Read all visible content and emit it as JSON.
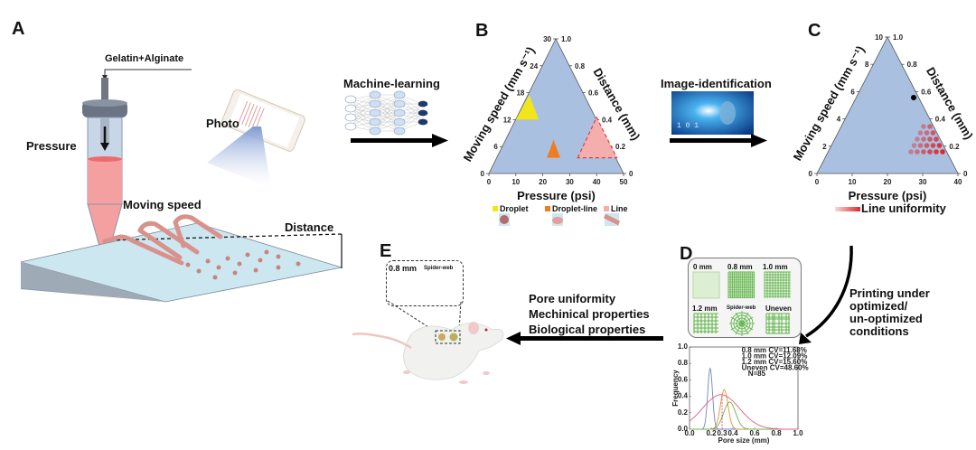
{
  "panels": {
    "A": {
      "letter": "A",
      "material_label": "Gelatin+Alginate",
      "pressure_label": "Pressure",
      "moving_speed_label": "Moving speed",
      "distance_label": "Distance",
      "photo_label": "Photo"
    },
    "arrow1": {
      "label": "Machine-learning"
    },
    "B": {
      "letter": "B",
      "xlabel": "Pressure (psi)",
      "left_label": "Moving speed (mm s⁻¹)",
      "right_label": "Distance (mm)",
      "bottom_ticks": [
        "0",
        "10",
        "20",
        "30",
        "40",
        "50"
      ],
      "left_ticks": [
        "0",
        "6",
        "12",
        "18",
        "24",
        "30"
      ],
      "right_ticks": [
        "0",
        "0.2",
        "0.4",
        "0.6",
        "0.8",
        "1.0"
      ],
      "legend": [
        {
          "label": "Droplet",
          "color": "#f2e61a"
        },
        {
          "label": "Droplet-line",
          "color": "#f07c22"
        },
        {
          "label": "Line",
          "color": "#f4aeae"
        }
      ]
    },
    "arrow2": {
      "label": "Image-identification"
    },
    "C": {
      "letter": "C",
      "xlabel": "Pressure (psi)",
      "left_label": "Moving speed (mm s⁻¹)",
      "right_label": "Distance (mm)",
      "bottom_ticks": [
        "0",
        "10",
        "20",
        "30",
        "40"
      ],
      "left_ticks": [
        "0",
        "2",
        "4",
        "6",
        "8",
        "10"
      ],
      "right_ticks": [
        "0",
        "0.2",
        "0.4",
        "0.6",
        "0.8",
        "1.0"
      ],
      "legend_label": "Line uniformity"
    },
    "D": {
      "letter": "D",
      "arrow_label": [
        "Printing under",
        "optimized/",
        "un-optimized",
        "conditions"
      ],
      "scaffolds": [
        "0 mm",
        "0.8 mm",
        "1.0 mm",
        "1.2 mm",
        "Spider-web",
        "Uneven"
      ]
    },
    "E": {
      "letter": "E",
      "inset_labels": [
        "0.8 mm",
        "Spider-web"
      ],
      "arrow_label": [
        "Pore uniformity",
        "Mechinical properties",
        "Biological properties"
      ]
    }
  },
  "colors": {
    "triangle_fill": "#aac0e0",
    "pink": "#f4a0a0",
    "scaffold_green": "#5fb548",
    "arrow": "#000000"
  },
  "chart_data": [
    {
      "type": "ternary-region",
      "title": "B",
      "axes": {
        "bottom": {
          "label": "Pressure (psi)",
          "range": [
            0,
            50
          ],
          "ticks": [
            0,
            10,
            20,
            30,
            40,
            50
          ]
        },
        "left": {
          "label": "Moving speed (mm s-1)",
          "range": [
            0,
            30
          ],
          "ticks": [
            0,
            6,
            12,
            18,
            24,
            30
          ]
        },
        "right": {
          "label": "Distance (mm)",
          "range": [
            0,
            1.0
          ],
          "ticks": [
            0,
            0.2,
            0.4,
            0.6,
            0.8,
            1.0
          ]
        }
      },
      "regions": [
        {
          "name": "Droplet",
          "color": "#f2e61a",
          "approx_pressure_range": [
            10,
            19
          ],
          "approx_speed_range": [
            12,
            17.5
          ]
        },
        {
          "name": "Droplet-line",
          "color": "#f07c22",
          "approx_pressure_range": [
            21,
            26
          ],
          "approx_speed_range": [
            3,
            6
          ]
        },
        {
          "name": "Line",
          "color": "#f4aeae",
          "approx_pressure_range": [
            33,
            48
          ],
          "approx_distance_range": [
            0.05,
            0.4
          ]
        }
      ],
      "legend": [
        "Droplet",
        "Droplet-line",
        "Line"
      ]
    },
    {
      "type": "ternary-scatter",
      "title": "C",
      "axes": {
        "bottom": {
          "label": "Pressure (psi)",
          "range": [
            0,
            40
          ],
          "ticks": [
            0,
            10,
            20,
            30,
            40
          ]
        },
        "left": {
          "label": "Moving speed (mm s-1)",
          "range": [
            0,
            10
          ],
          "ticks": [
            0,
            2,
            4,
            6,
            8,
            10
          ]
        },
        "right": {
          "label": "Distance (mm)",
          "range": [
            0,
            1.0
          ],
          "ticks": [
            0,
            0.2,
            0.4,
            0.6,
            0.8,
            1.0
          ]
        }
      },
      "highlight_point": {
        "color": "#000000",
        "approx_distance": 0.55
      },
      "legend": [
        "Line uniformity"
      ]
    },
    {
      "type": "line",
      "title": "D (pore size distribution)",
      "xlabel": "Pore size (mm)",
      "ylabel": "Frequency",
      "xlim": [
        0.0,
        1.0
      ],
      "ylim": [
        0.0,
        1.0
      ],
      "xticks": [
        "0.0",
        "0.2",
        "0.4",
        "0.6",
        "0.8",
        "1.0"
      ],
      "yticks": [
        "0.0",
        "0.2",
        "0.4",
        "0.6",
        "0.8",
        "1.0"
      ],
      "annotation": "0.3",
      "legend_text": [
        "0.8 mm  CV=11.68%",
        "1.0 mm  CV=12.09%",
        "1.2 mm  CV=15.60%",
        "Uneven  CV=48.60%",
        "N=85"
      ],
      "series": [
        {
          "name": "0.8 mm",
          "color": "#6f86c6",
          "peak_x": 0.19,
          "peak_y": 0.74,
          "sd": 0.022
        },
        {
          "name": "1.0 mm",
          "color": "#e0913a",
          "peak_x": 0.32,
          "peak_y": 0.48,
          "sd": 0.035
        },
        {
          "name": "1.2 mm",
          "color": "#6bb04a",
          "peak_x": 0.37,
          "peak_y": 0.33,
          "sd": 0.055
        },
        {
          "name": "Uneven",
          "color": "#e8597c",
          "peak_x": 0.29,
          "peak_y": 0.42,
          "sd": 0.17
        }
      ]
    }
  ]
}
